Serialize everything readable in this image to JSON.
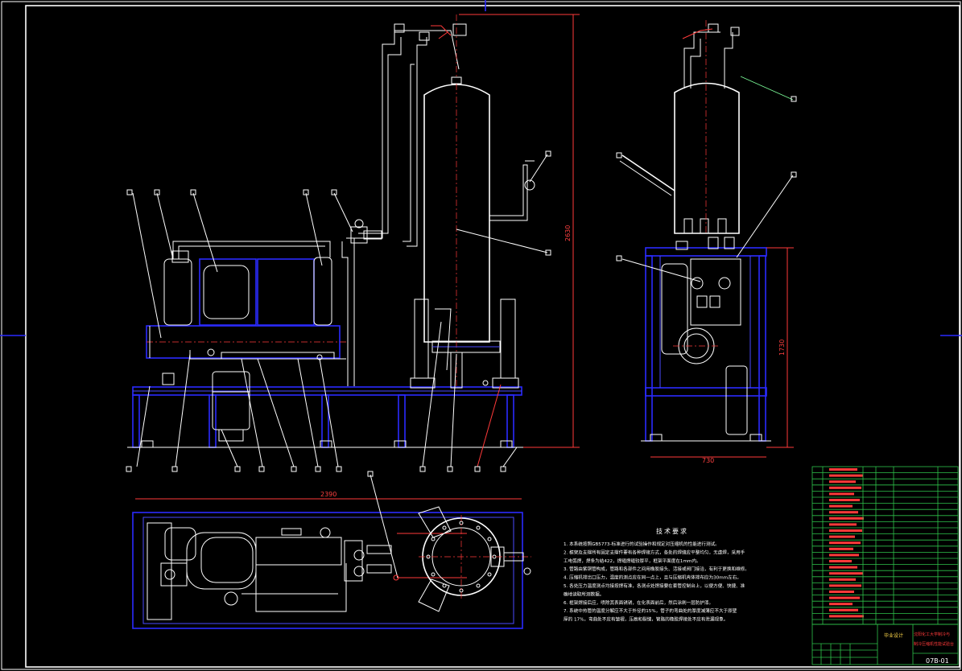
{
  "drawing": {
    "dimensions": {
      "height_main": "2630",
      "height_side": "1730",
      "width_side": "730",
      "length_plan": "2390"
    },
    "notes": {
      "title": "技术要求",
      "lines": [
        "1.   本系统按照GB5773-标准进行的试验操作和规定对压缩机的性能进行测试。",
        "2.   框架及支撑所有固定支撑件要有各种焊接方式，各处的焊缝应平整均匀，无虚焊，采用手",
        "      工电弧焊，焊条为结422，焊缝焊缝较厚平，框架平面度在1mm内。",
        "3.   管路由紫铜管构成，管路和各部件之间用橡胶接头、活接或阀门接洽，有利于更换和维修。",
        "4.   压缩机排出口压力，温度的测点应在同一点上，且与压缩机壳体排布应为30mm左右。",
        "5.   各处压力温度测点均接按焊有准，各测点处焊接要在套管控制台上，以便方便、快捷、准",
        "      确地读取所测数据。",
        "6.   框架焊接后应，喷除其表面锈锈，在化表面前后，然后涂刷一层防护漆。",
        "7.   系统中热管的温度分解应不大于外径的15%，管子的弯曲处的厚度减薄应不大于原壁",
        "      厚的 17%，弯曲处不应有皱褶，压痕和裂缝，管路的橡胶焊接处不应有泄漏现象。"
      ]
    },
    "title_block": {
      "design_label": "毕业设计",
      "school": "沈阳化工大学制冷与",
      "title": "制冷压缩机性能试验台",
      "drawing_no": "07B-01"
    }
  }
}
